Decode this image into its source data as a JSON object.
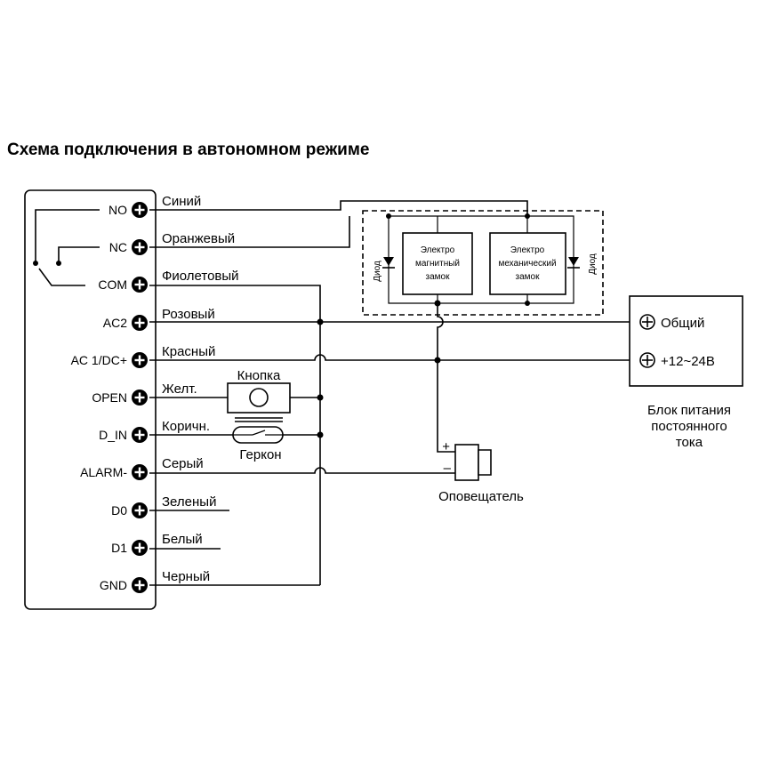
{
  "title": "Схема подключения в автономном режиме",
  "terminals": [
    {
      "label": "NO",
      "wire": "Синий"
    },
    {
      "label": "NC",
      "wire": "Оранжевый"
    },
    {
      "label": "COM",
      "wire": "Фиолетовый"
    },
    {
      "label": "AC2",
      "wire": "Розовый"
    },
    {
      "label": "AC 1/DC+",
      "wire": "Красный"
    },
    {
      "label": "OPEN",
      "wire": "Желт."
    },
    {
      "label": "D_IN",
      "wire": "Коричн."
    },
    {
      "label": "ALARM-",
      "wire": "Серый"
    },
    {
      "label": "D0",
      "wire": "Зеленый"
    },
    {
      "label": "D1",
      "wire": "Белый"
    },
    {
      "label": "GND",
      "wire": "Черный"
    }
  ],
  "locks": {
    "magnetic": [
      "Электро",
      "магнитный",
      "замок"
    ],
    "mechanical": [
      "Электро",
      "механический",
      "замок"
    ],
    "diode_label": "Диод"
  },
  "button_label": "Кнопка",
  "reed_label": "Геркон",
  "alarm": {
    "label": "Оповещатель",
    "plus": "+",
    "minus": "–"
  },
  "power_supply": {
    "common": "Общий",
    "voltage": "+12~24B",
    "caption": [
      "Блок питания",
      "постоянного",
      "тока"
    ]
  }
}
